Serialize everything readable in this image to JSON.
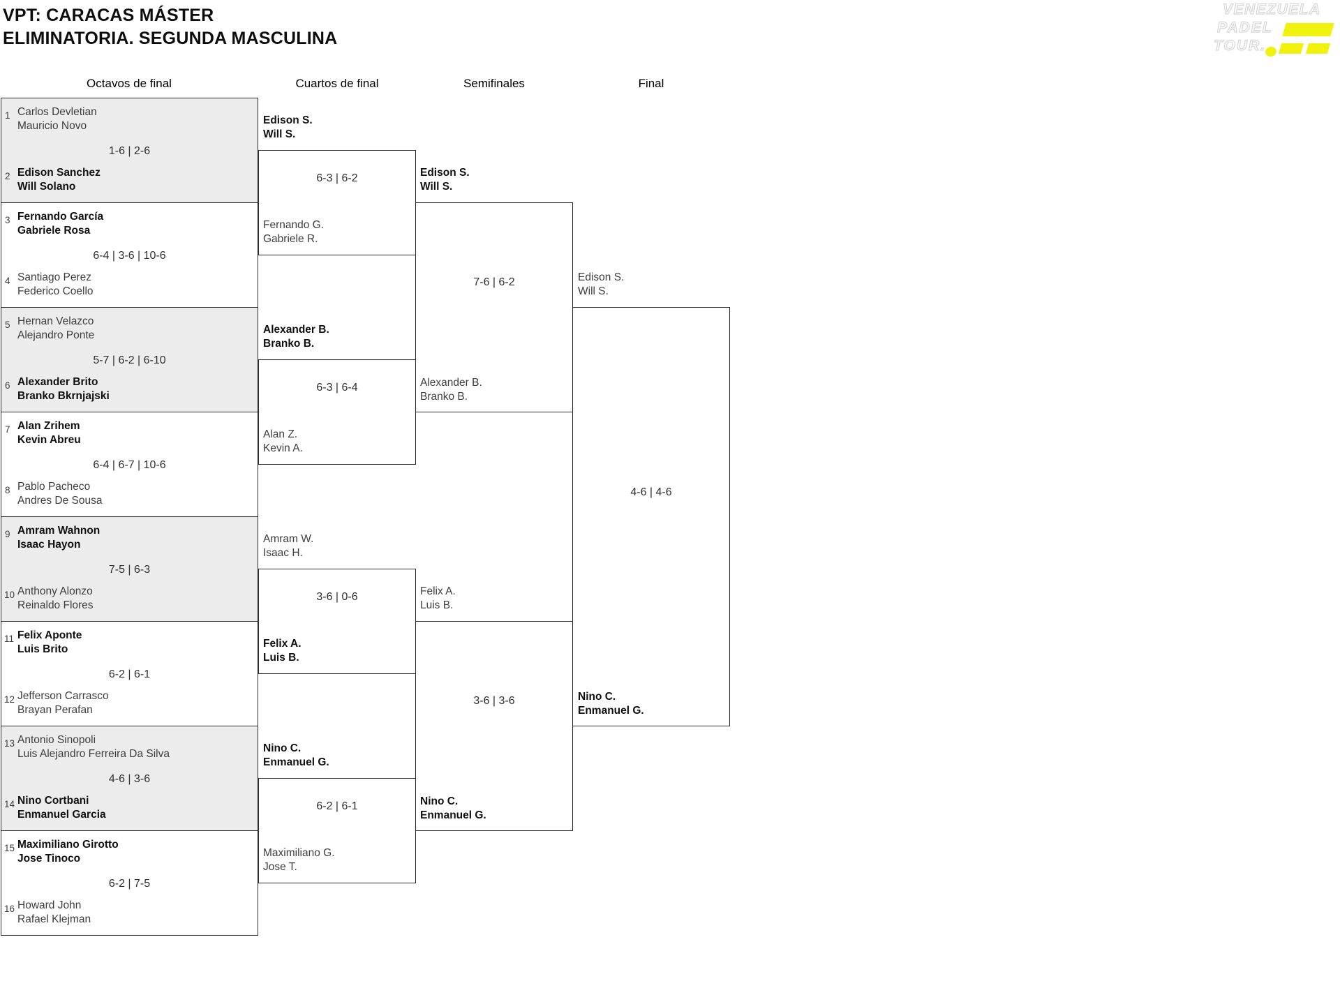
{
  "title": {
    "line1": "VPT: CARACAS MÁSTER",
    "line2": "ELIMINATORIA. SEGUNDA MASCULINA"
  },
  "logo": {
    "line1": "VENEZUELA",
    "line2": "PADEL",
    "line3": "TOUR.",
    "accent_yellow": "#F1F10E"
  },
  "rounds": {
    "octavos": "Octavos de final",
    "cuartos": "Cuartos de final",
    "semis": "Semifinales",
    "final": "Final"
  },
  "octavos": [
    {
      "seed1": "1",
      "team1": [
        "Carlos Devletian",
        "Mauricio Novo"
      ],
      "score": "1-6 | 2-6",
      "seed2": "2",
      "team2": [
        "Edison Sanchez",
        "Will Solano"
      ]
    },
    {
      "seed1": "3",
      "team1": [
        "Fernando García",
        "Gabriele Rosa"
      ],
      "score": "6-4 | 3-6 | 10-6",
      "seed2": "4",
      "team2": [
        "Santiago Perez",
        "Federico Coello"
      ]
    },
    {
      "seed1": "5",
      "team1": [
        "Hernan Velazco",
        "Alejandro Ponte"
      ],
      "score": "5-7 | 6-2 | 6-10",
      "seed2": "6",
      "team2": [
        "Alexander Brito",
        "Branko Bkrnjajski"
      ]
    },
    {
      "seed1": "7",
      "team1": [
        "Alan Zrihem",
        "Kevin Abreu"
      ],
      "score": "6-4 | 6-7 | 10-6",
      "seed2": "8",
      "team2": [
        "Pablo Pacheco",
        "Andres De Sousa"
      ]
    },
    {
      "seed1": "9",
      "team1": [
        "Amram Wahnon",
        "Isaac Hayon"
      ],
      "score": "7-5 | 6-3",
      "seed2": "10",
      "team2": [
        "Anthony Alonzo",
        "Reinaldo Flores"
      ]
    },
    {
      "seed1": "11",
      "team1": [
        "Felix Aponte",
        "Luis Brito"
      ],
      "score": "6-2 | 6-1",
      "seed2": "12",
      "team2": [
        "Jefferson Carrasco",
        "Brayan Perafan"
      ]
    },
    {
      "seed1": "13",
      "team1": [
        "Antonio Sinopoli",
        "Luis Alejandro Ferreira Da Silva"
      ],
      "score": "4-6 | 3-6",
      "seed2": "14",
      "team2": [
        "Nino Cortbani",
        "Enmanuel Garcia"
      ]
    },
    {
      "seed1": "15",
      "team1": [
        "Maximiliano Girotto",
        "Jose Tinoco"
      ],
      "score": "6-2 | 7-5",
      "seed2": "16",
      "team2": [
        "Howard John",
        "Rafael Klejman"
      ]
    }
  ],
  "cuartos": [
    {
      "team1": [
        "Edison S.",
        "Will S."
      ],
      "score": "6-3 | 6-2",
      "team2": [
        "Fernando G.",
        "Gabriele R."
      ]
    },
    {
      "team1": [
        "Alexander B.",
        "Branko B."
      ],
      "score": "6-3 | 6-4",
      "team2": [
        "Alan Z.",
        "Kevin A."
      ]
    },
    {
      "team1": [
        "Amram W.",
        "Isaac H."
      ],
      "score": "3-6 | 0-6",
      "team2": [
        "Felix A.",
        "Luis B."
      ]
    },
    {
      "team1": [
        "Nino C.",
        "Enmanuel G."
      ],
      "score": "6-2 | 6-1",
      "team2": [
        "Maximiliano G.",
        "Jose T."
      ]
    }
  ],
  "semifinales": [
    {
      "team1": [
        "Edison S.",
        "Will S."
      ],
      "score": "7-6 | 6-2",
      "team2": [
        "Alexander B.",
        "Branko B."
      ]
    },
    {
      "team1": [
        "Felix A.",
        "Luis B."
      ],
      "score": "3-6 | 3-6",
      "team2": [
        "Nino C.",
        "Enmanuel G."
      ]
    }
  ],
  "final": {
    "team1": [
      "Edison S.",
      "Will S."
    ],
    "score": "4-6 | 4-6",
    "team2": [
      "Nino C.",
      "Enmanuel G."
    ]
  }
}
